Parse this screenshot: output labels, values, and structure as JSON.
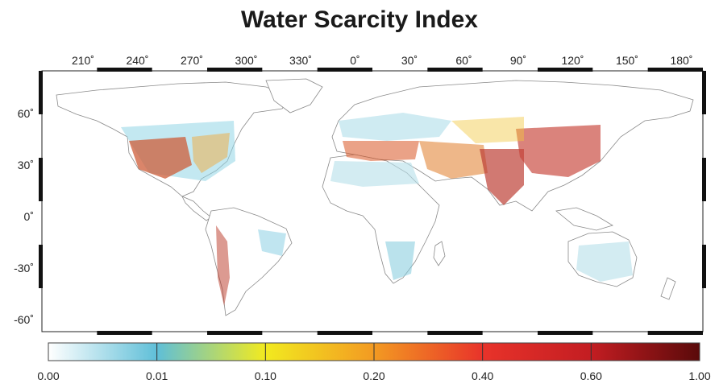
{
  "title": "Water Scarcity Index",
  "lon_ticks": [
    "210˚",
    "240˚",
    "270˚",
    "300˚",
    "330˚",
    "0˚",
    "30˚",
    "60˚",
    "90˚",
    "120˚",
    "150˚",
    "180˚"
  ],
  "lat_ticks": [
    "60˚",
    "30˚",
    "0˚",
    "-30˚",
    "-60˚"
  ],
  "colorbar": {
    "labels": [
      "0.00",
      "0.01",
      "0.10",
      "0.20",
      "0.40",
      "0.60",
      "1.00"
    ],
    "colors": [
      "#ffffff",
      "#5fbfd8",
      "#f2ea1f",
      "#f39a22",
      "#e8332a",
      "#c31d22",
      "#5a0a0a"
    ]
  }
}
